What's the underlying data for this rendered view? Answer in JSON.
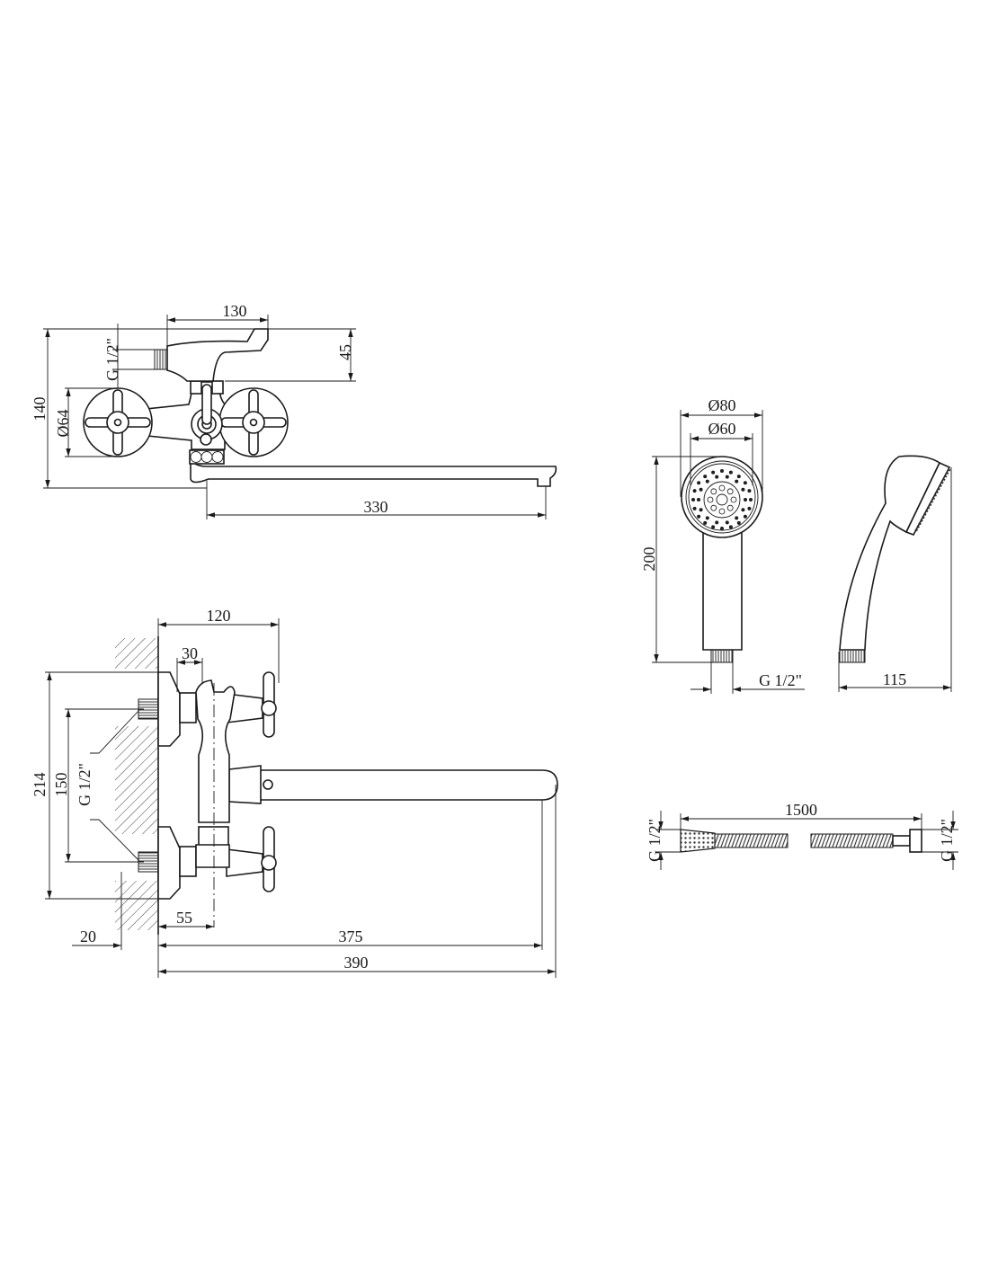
{
  "drawing": {
    "top_view": {
      "dim_overall_height": "140",
      "dim_handle_length": "130",
      "dim_handle_height": "45",
      "dim_inlet_thread": "G 1/2\"",
      "dim_escutcheon_diameter": "Ø64",
      "dim_spout_length": "330"
    },
    "side_view": {
      "dim_depth": "120",
      "dim_holder_width": "30",
      "dim_overall_height": "214",
      "dim_inlet_spacing": "150",
      "dim_inlet_thread": "G 1/2\"",
      "dim_holder_offset": "55",
      "dim_eccentric": "20",
      "dim_spout_reach": "375",
      "dim_overall_length": "390"
    },
    "hand_shower": {
      "dim_head_outer": "Ø80",
      "dim_head_inner": "Ø60",
      "dim_length": "200",
      "dim_thread": "G 1/2\"",
      "dim_side_width": "115"
    },
    "hose": {
      "dim_length": "1500",
      "dim_thread_left": "G 1/2\"",
      "dim_thread_right": "G 1/2\""
    }
  }
}
